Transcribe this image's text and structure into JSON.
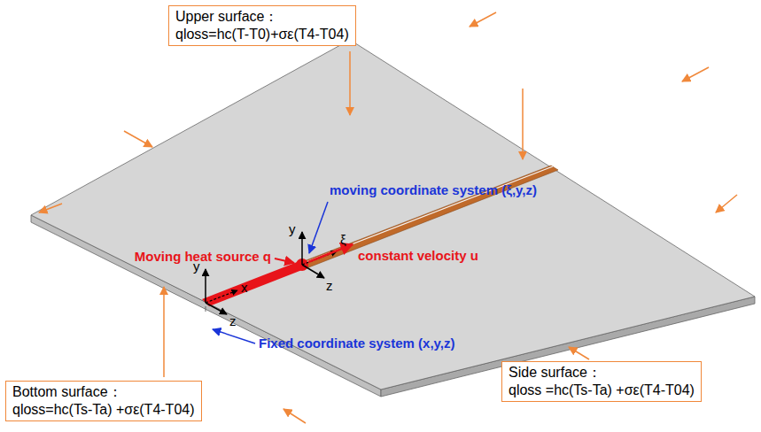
{
  "diagram": {
    "nodes": [
      {
        "text": [
          "Upper surface：",
          "qloss=hc(T-T0)+σε(T4-T04)"
        ]
      },
      {
        "text": [
          "Bottom surface：",
          "qloss=hc(Ts-Ta) +σε(T4-T04)"
        ]
      },
      {
        "text": [
          "Side surface：",
          "qloss =hc(Ts-Ta) +σε(T4-T04)"
        ]
      }
    ],
    "labels": [
      "moving coordinate system (ξ,y,z)",
      "Moving heat source q",
      "y",
      "ξ",
      "z",
      "constant velocity u",
      "y",
      "x",
      "z",
      "Fixed coordinate system (x,y,z)"
    ]
  }
}
